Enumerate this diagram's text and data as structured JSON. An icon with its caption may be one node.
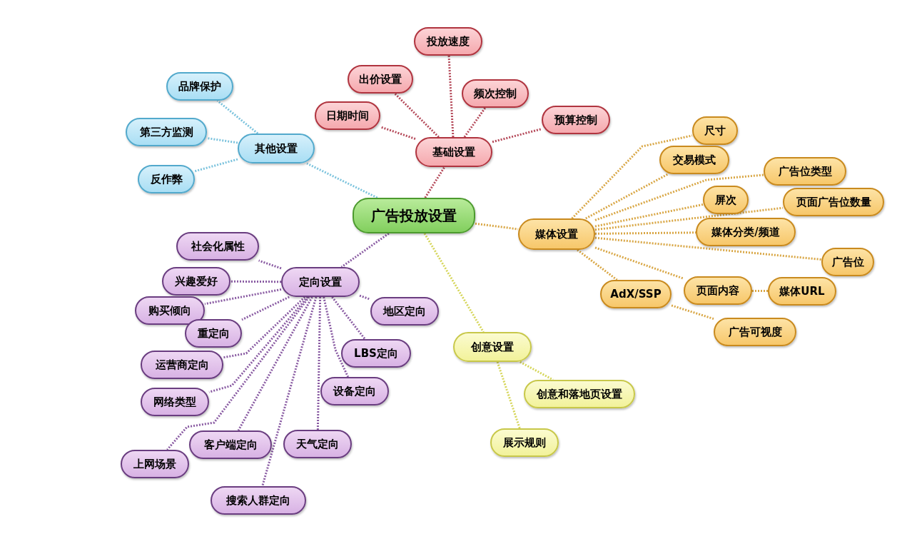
{
  "diagram": {
    "nodes": [
      {
        "text": [
          "广告投放设置"
        ]
      },
      {
        "text": [
          "基础设置"
        ]
      },
      {
        "text": [
          "日期时间"
        ]
      },
      {
        "text": [
          "出价设置"
        ]
      },
      {
        "text": [
          "投放速度"
        ]
      },
      {
        "text": [
          "频次控制"
        ]
      },
      {
        "text": [
          "预算控制"
        ]
      },
      {
        "text": [
          "其他设置"
        ]
      },
      {
        "text": [
          "品牌保护"
        ]
      },
      {
        "text": [
          "第三方监测"
        ]
      },
      {
        "text": [
          "反作弊"
        ]
      },
      {
        "text": [
          "媒体设置"
        ]
      },
      {
        "text": [
          "尺寸"
        ]
      },
      {
        "text": [
          "交易模式"
        ]
      },
      {
        "text": [
          "广告位类型"
        ]
      },
      {
        "text": [
          "屏次"
        ]
      },
      {
        "text": [
          "页面广告位数量"
        ]
      },
      {
        "text": [
          "媒体分类/频道"
        ]
      },
      {
        "text": [
          "广告位"
        ]
      },
      {
        "text": [
          "AdX/SSP"
        ]
      },
      {
        "text": [
          "页面内容"
        ]
      },
      {
        "text": [
          "媒体URL"
        ]
      },
      {
        "text": [
          "广告可视度"
        ]
      },
      {
        "text": [
          "定向设置"
        ]
      },
      {
        "text": [
          "社会化属性"
        ]
      },
      {
        "text": [
          "兴趣爱好"
        ]
      },
      {
        "text": [
          "购买倾向"
        ]
      },
      {
        "text": [
          "地区定向"
        ]
      },
      {
        "text": [
          "重定向"
        ]
      },
      {
        "text": [
          "运营商定向"
        ]
      },
      {
        "text": [
          "LBS定向"
        ]
      },
      {
        "text": [
          "设备定向"
        ]
      },
      {
        "text": [
          "网络类型"
        ]
      },
      {
        "text": [
          "客户端定向"
        ]
      },
      {
        "text": [
          "天气定向"
        ]
      },
      {
        "text": [
          "上网场景"
        ]
      },
      {
        "text": [
          "搜索人群定向"
        ]
      },
      {
        "text": [
          "创意设置"
        ]
      },
      {
        "text": [
          "创意和落地页设置"
        ]
      },
      {
        "text": [
          "展示规则"
        ]
      }
    ],
    "edges": [
      {
        "from": 0,
        "to": 1,
        "arrow": "none",
        "color": "#b54a5a"
      },
      {
        "from": 0,
        "to": 7,
        "arrow": "none",
        "color": "#7cc3dd"
      },
      {
        "from": 0,
        "to": 11,
        "arrow": "none",
        "color": "#d9a746"
      },
      {
        "from": 0,
        "to": 23,
        "arrow": "none",
        "color": "#8a5ca3"
      },
      {
        "from": 0,
        "to": 37,
        "arrow": "none",
        "color": "#d6d65a"
      },
      {
        "from": 1,
        "to": 2,
        "arrow": "none",
        "color": "#b54a5a"
      },
      {
        "from": 1,
        "to": 3,
        "arrow": "none",
        "color": "#b54a5a"
      },
      {
        "from": 1,
        "to": 4,
        "arrow": "none",
        "color": "#b54a5a"
      },
      {
        "from": 1,
        "to": 5,
        "arrow": "none",
        "color": "#b54a5a"
      },
      {
        "from": 1,
        "to": 6,
        "arrow": "none",
        "color": "#b54a5a"
      },
      {
        "from": 7,
        "to": 8,
        "arrow": "none",
        "color": "#7cc3dd"
      },
      {
        "from": 7,
        "to": 9,
        "arrow": "none",
        "color": "#7cc3dd"
      },
      {
        "from": 7,
        "to": 10,
        "arrow": "none",
        "color": "#7cc3dd"
      },
      {
        "from": 11,
        "to": 12,
        "arrow": "none",
        "color": "#d9a746"
      },
      {
        "from": 11,
        "to": 13,
        "arrow": "none",
        "color": "#d9a746"
      },
      {
        "from": 11,
        "to": 14,
        "arrow": "none",
        "color": "#d9a746"
      },
      {
        "from": 11,
        "to": 15,
        "arrow": "none",
        "color": "#d9a746"
      },
      {
        "from": 11,
        "to": 16,
        "arrow": "none",
        "color": "#d9a746"
      },
      {
        "from": 11,
        "to": 17,
        "arrow": "none",
        "color": "#d9a746"
      },
      {
        "from": 11,
        "to": 18,
        "arrow": "none",
        "color": "#d9a746"
      },
      {
        "from": 11,
        "to": 19,
        "arrow": "none",
        "color": "#d9a746"
      },
      {
        "from": 11,
        "to": 20,
        "arrow": "none",
        "color": "#d9a746"
      },
      {
        "from": 20,
        "to": 21,
        "arrow": "none",
        "color": "#d9a746"
      },
      {
        "from": 19,
        "to": 22,
        "arrow": "none",
        "color": "#d9a746"
      },
      {
        "from": 23,
        "to": 24,
        "arrow": "none",
        "color": "#8a5ca3"
      },
      {
        "from": 23,
        "to": 25,
        "arrow": "none",
        "color": "#8a5ca3"
      },
      {
        "from": 23,
        "to": 26,
        "arrow": "none",
        "color": "#8a5ca3"
      },
      {
        "from": 23,
        "to": 27,
        "arrow": "none",
        "color": "#8a5ca3"
      },
      {
        "from": 23,
        "to": 28,
        "arrow": "none",
        "color": "#8a5ca3"
      },
      {
        "from": 23,
        "to": 29,
        "arrow": "none",
        "color": "#8a5ca3"
      },
      {
        "from": 23,
        "to": 30,
        "arrow": "none",
        "color": "#8a5ca3"
      },
      {
        "from": 23,
        "to": 31,
        "arrow": "none",
        "color": "#8a5ca3"
      },
      {
        "from": 23,
        "to": 32,
        "arrow": "none",
        "color": "#8a5ca3"
      },
      {
        "from": 23,
        "to": 33,
        "arrow": "none",
        "color": "#8a5ca3"
      },
      {
        "from": 23,
        "to": 34,
        "arrow": "none",
        "color": "#8a5ca3"
      },
      {
        "from": 23,
        "to": 35,
        "arrow": "none",
        "color": "#8a5ca3"
      },
      {
        "from": 23,
        "to": 36,
        "arrow": "none",
        "color": "#8a5ca3"
      },
      {
        "from": 37,
        "to": 38,
        "arrow": "none",
        "color": "#d6d65a"
      },
      {
        "from": 37,
        "to": 39,
        "arrow": "none",
        "color": "#d6d65a"
      }
    ]
  }
}
